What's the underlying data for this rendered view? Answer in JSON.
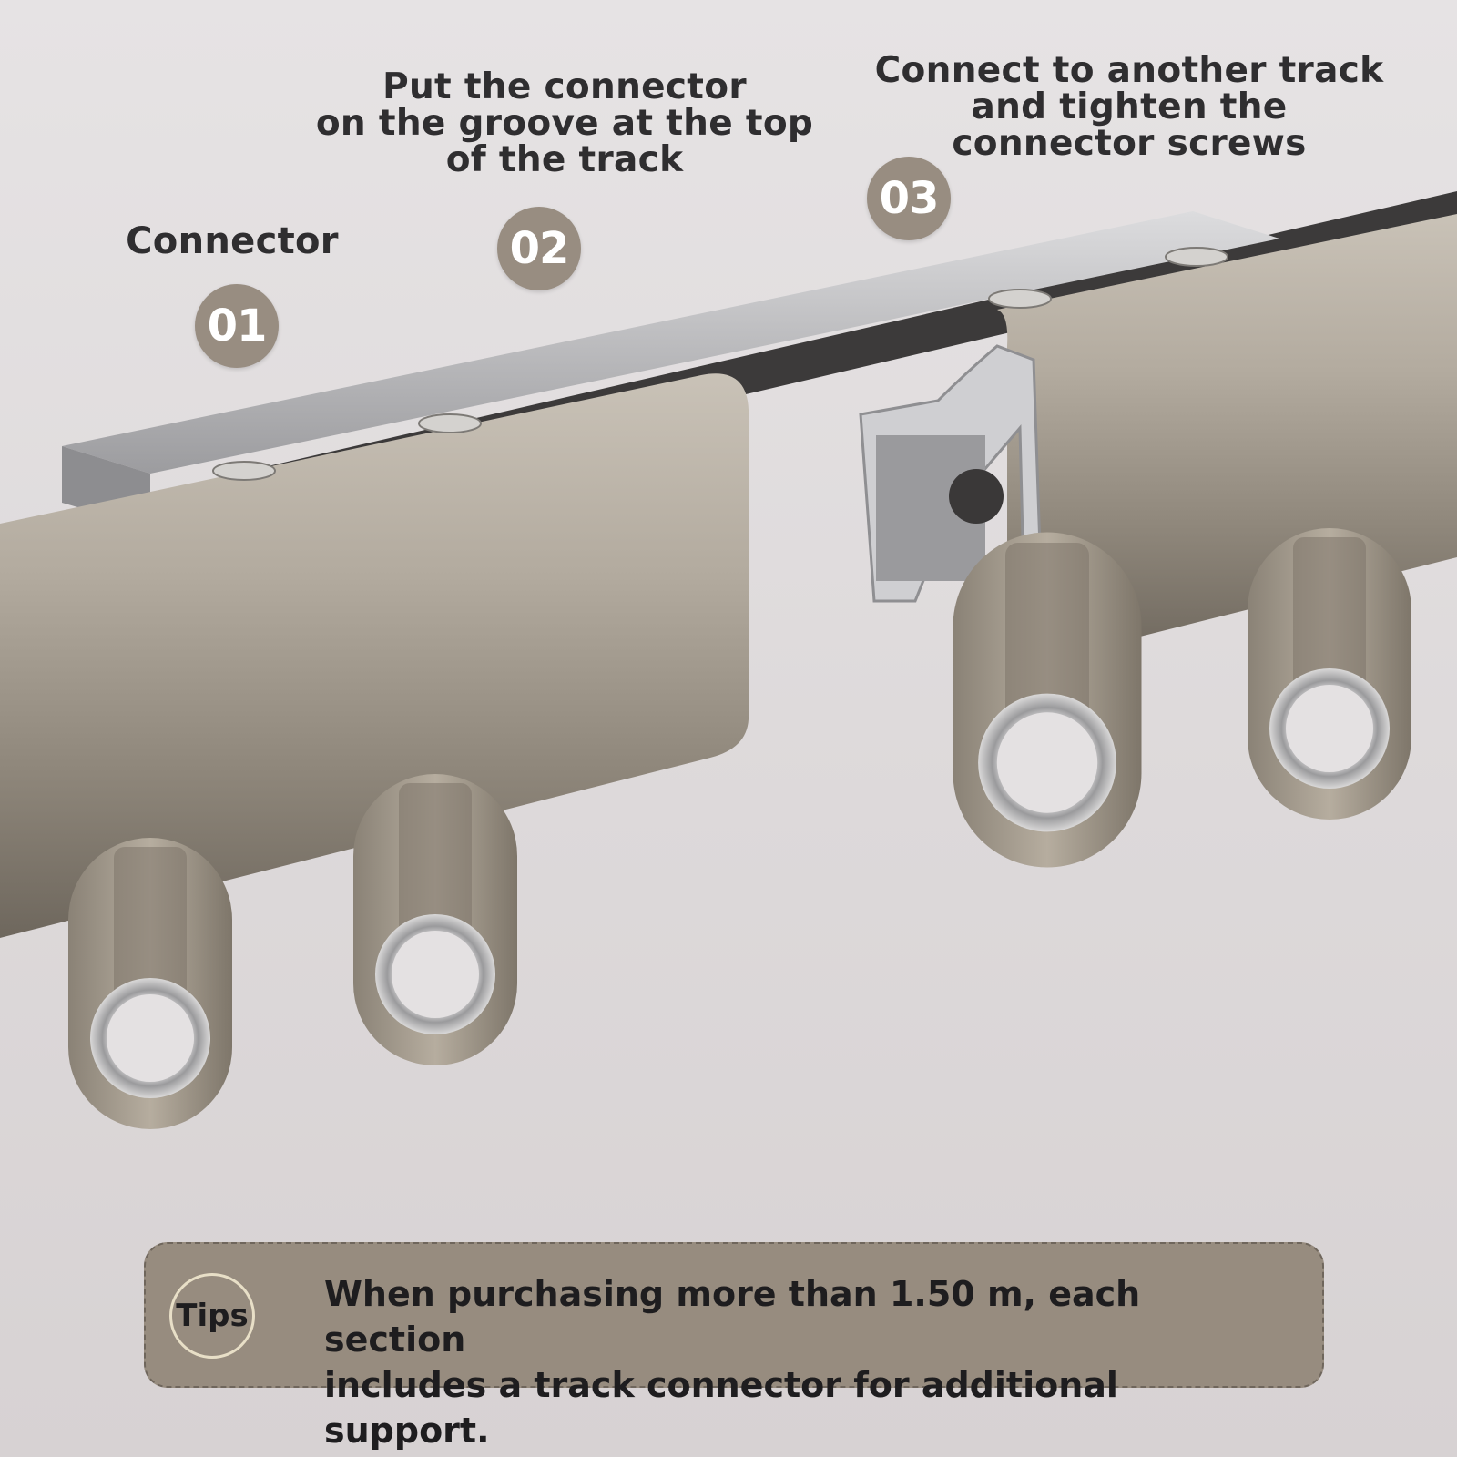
{
  "steps": [
    {
      "number": "01",
      "lines": [
        "Connector"
      ]
    },
    {
      "number": "02",
      "lines": [
        "Put the connector",
        "on the groove at the top",
        "of the track"
      ]
    },
    {
      "number": "03",
      "lines": [
        "Connect to another track",
        "and tighten the",
        "connector screws"
      ]
    }
  ],
  "tips": {
    "label": "Tips",
    "lines": [
      "When purchasing more than 1.50 m, each section",
      "includes a track connector for additional support."
    ]
  },
  "colors": {
    "background": "#e2dedf",
    "badge": "#988d81",
    "track": "#a39a8c",
    "connector": "#b9b9bb",
    "tips_box": "#978c7f",
    "text": "#2f2e30"
  }
}
